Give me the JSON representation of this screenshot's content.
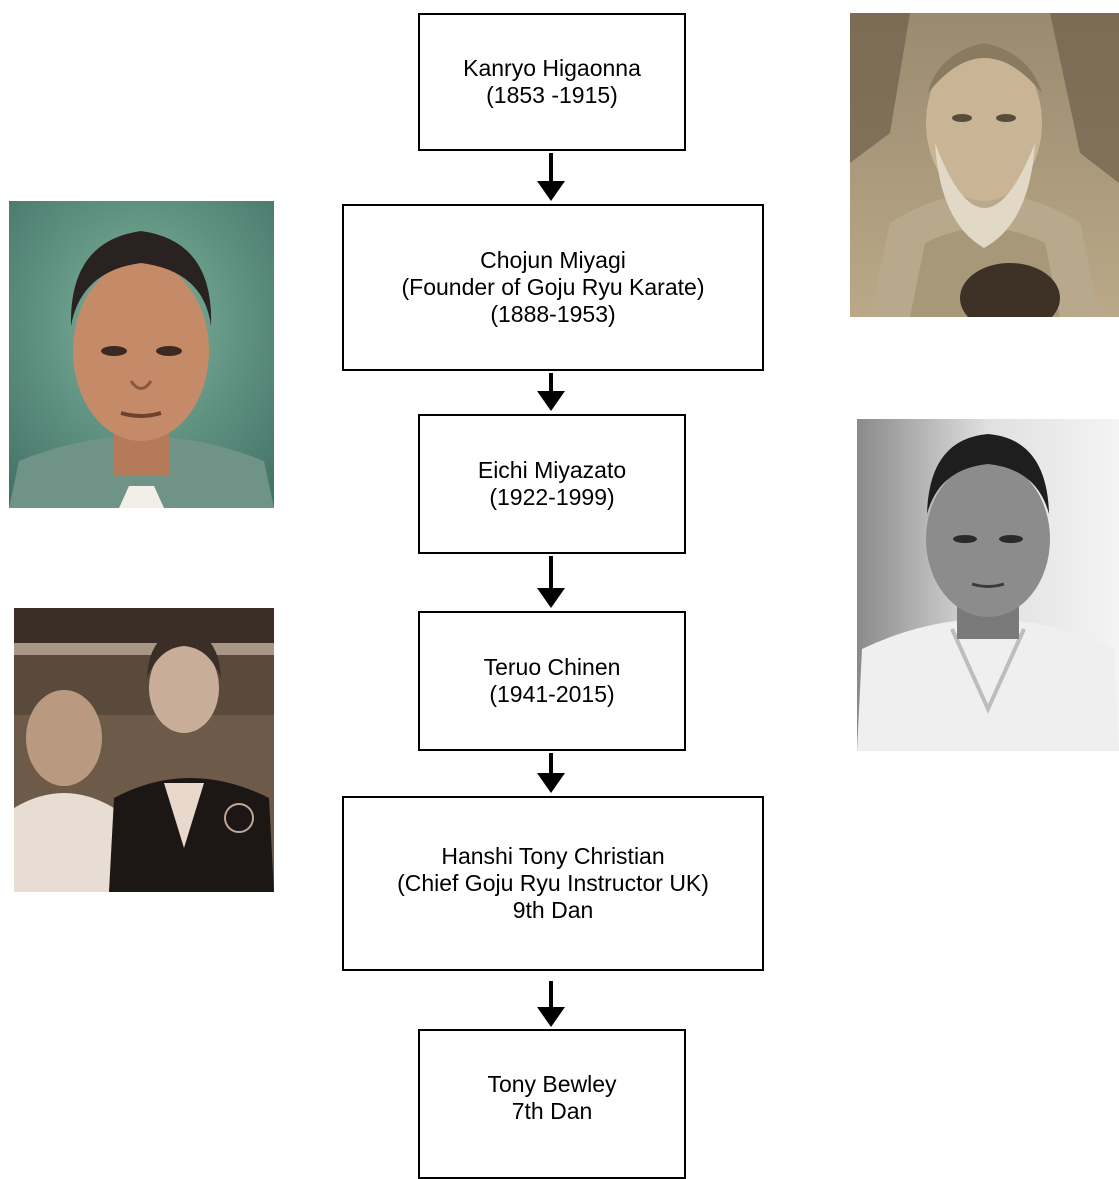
{
  "lineage": [
    {
      "lines": [
        "Kanryo Higaonna",
        "(1853 -1915)"
      ]
    },
    {
      "lines": [
        "Chojun Miyagi",
        "(Founder of Goju Ryu Karate)",
        "(1888-1953)"
      ]
    },
    {
      "lines": [
        "Eichi Miyazato",
        "(1922-1999)"
      ]
    },
    {
      "lines": [
        "Teruo Chinen",
        "(1941-2015)"
      ]
    },
    {
      "lines": [
        "Hanshi Tony Christian",
        "(Chief Goju Ryu Instructor UK)",
        "9th Dan"
      ]
    },
    {
      "lines": [
        "Tony Bewley",
        "7th Dan"
      ]
    }
  ],
  "photos": {
    "higaonna": "portrait-photo",
    "miyagi": "portrait-painting",
    "miyazato": "portrait-photo-bw",
    "chinen_christian": "group-photo-sepia"
  },
  "colors": {
    "line": "#000000",
    "background": "#ffffff"
  }
}
